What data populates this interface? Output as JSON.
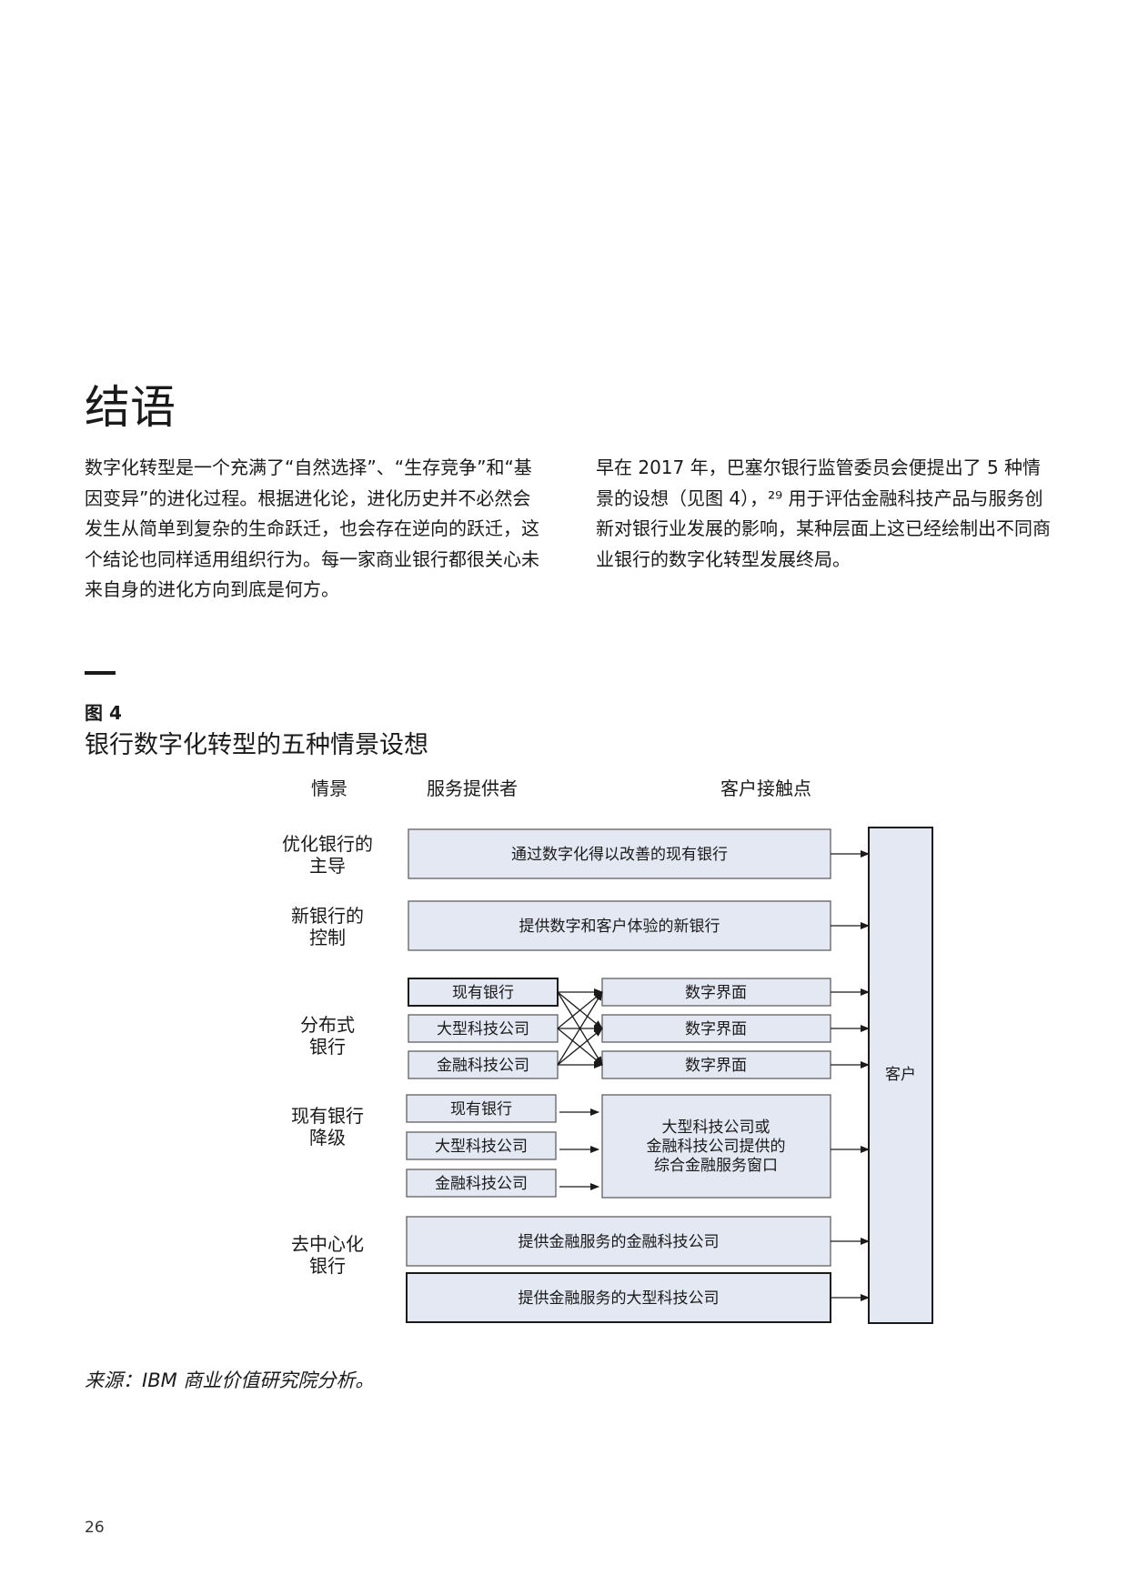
{
  "section": {
    "title": "结语",
    "paragraph_left": "数字化转型是一个充满了“自然选择”、“生存竞争”和“基因变异”的进化过程。根据进化论，进化历史并不必然会发生从简单到复杂的生命跃迁，也会存在逆向的跃迁，这个结论也同样适用组织行为。每一家商业银行都很关心未来自身的进化方向到底是何方。",
    "paragraph_right": "早在 2017 年，巴塞尔银行监管委员会便提出了 5 种情景的设想（见图 4），²⁹ 用于评估金融科技产品与服务创新对银行业发展的影响，某种层面上这已经绘制出不同商业银行的数字化转型发展终局。"
  },
  "figure": {
    "label": "图 4",
    "title": "银行数字化转型的五种情景设想",
    "headers": {
      "scenario": "情景",
      "provider": "服务提供者",
      "touchpoint": "客户接触点"
    },
    "customer": "客户",
    "scenarios": [
      {
        "line1": "优化银行的",
        "line2": "主导"
      },
      {
        "line1": "新银行的",
        "line2": "控制"
      },
      {
        "line1": "分布式",
        "line2": "银行"
      },
      {
        "line1": "现有银行",
        "line2": "降级"
      },
      {
        "line1": "去中心化",
        "line2": "银行"
      }
    ],
    "row1_box": "通过数字化得以改善的现有银行",
    "row2_box": "提供数字和客户体验的新银行",
    "distributed_providers": [
      "现有银行",
      "大型科技公司",
      "金融科技公司"
    ],
    "distributed_interfaces": [
      "数字界面",
      "数字界面",
      "数字界面"
    ],
    "downgrade_providers": [
      "现有银行",
      "大型科技公司",
      "金融科技公司"
    ],
    "downgrade_window": {
      "line1": "大型科技公司或",
      "line2": "金融科技公司提供的",
      "line3": "综合金融服务窗口"
    },
    "decentral_boxes": [
      "提供金融服务的金融科技公司",
      "提供金融服务的大型科技公司"
    ]
  },
  "source": "来源：IBM 商业价值研究院分析。",
  "page_number": "26"
}
